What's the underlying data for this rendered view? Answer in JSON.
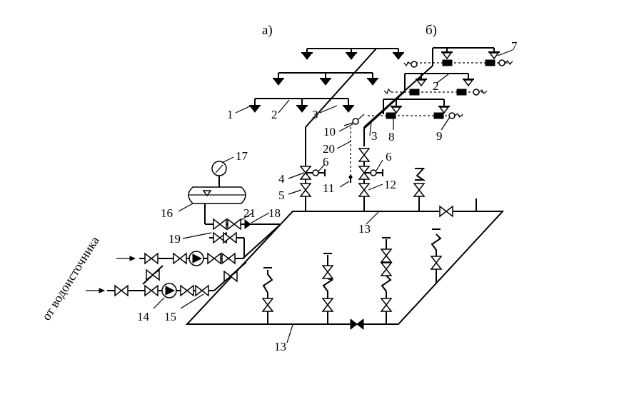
{
  "subfigures": {
    "a": "а)",
    "b": "б)"
  },
  "source_label": "от водоисточника",
  "callouts": {
    "n1": "1",
    "n2a": "2",
    "n3a": "3",
    "n10": "10",
    "n20": "20",
    "n4": "4",
    "n5": "5",
    "n6a": "6",
    "n11": "11",
    "n12": "12",
    "n6b": "6",
    "n3b": "3",
    "n8": "8",
    "n9": "9",
    "n7": "7",
    "n2b": "2",
    "n17": "17",
    "n16": "16",
    "n21": "21",
    "n18": "18",
    "n19": "19",
    "n13a": "13",
    "n13b": "13",
    "n14": "14",
    "n15": "15"
  }
}
